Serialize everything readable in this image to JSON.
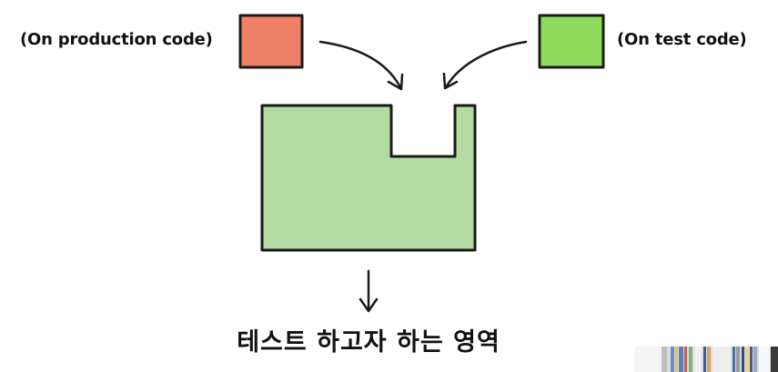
{
  "labels": {
    "production": "(On production code)",
    "test": "(On test code)"
  },
  "caption": "테스트 하고자 하는 영역",
  "colors": {
    "production_box": "#ee8068",
    "test_box": "#8fdc5e",
    "target_area": "#b4dba2",
    "stroke": "#1a1a1a"
  },
  "icons": {
    "arrow_left": "curved-arrow",
    "arrow_right": "curved-arrow",
    "arrow_down": "down-arrow"
  }
}
